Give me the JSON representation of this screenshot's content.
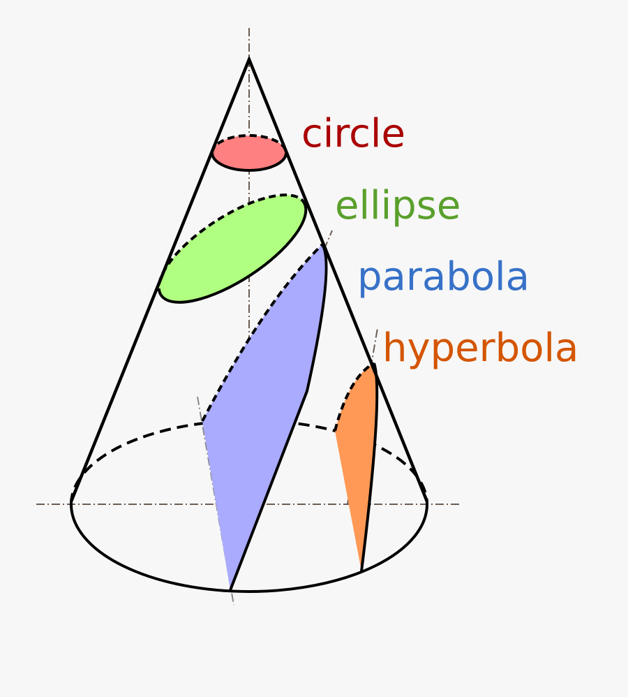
{
  "labels": {
    "circle": "circle",
    "ellipse": "ellipse",
    "parabola": "parabola",
    "hyperbola": "hyperbola"
  },
  "colors": {
    "background": "#f7f7f7",
    "circle_text": "#aa0000",
    "circle_fill": "#ff8080",
    "ellipse_text": "#5aa02c",
    "ellipse_fill": "#b0ff80",
    "parabola_text": "#3771c8",
    "parabola_fill": "#aaaaff",
    "hyperbola_text": "#d45500",
    "hyperbola_fill": "#ff9955"
  }
}
